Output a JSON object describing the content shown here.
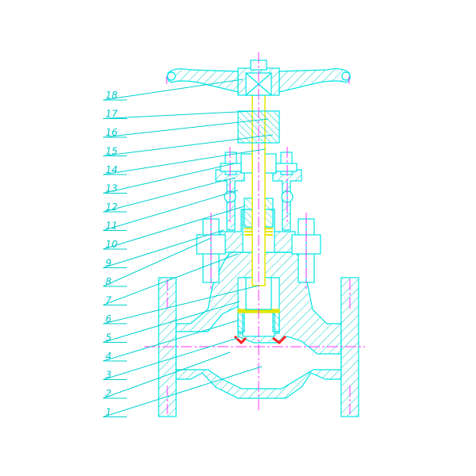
{
  "colors": {
    "background": "#ffffff",
    "outline": "#00e5e5",
    "hatch": "#00cccc",
    "leader": "#00d0d0",
    "label": "#00c8c8",
    "centerline": "#ff33ff",
    "stem": "#e6e600",
    "packing": "#e6e600",
    "seal": "#ff2020",
    "bolt": "#00e5e5"
  },
  "part_numbers": [
    "18",
    "17",
    "16",
    "15",
    "14",
    "13",
    "12",
    "11",
    "10",
    "9",
    "8",
    "7",
    "6",
    "5",
    "4",
    "3",
    "2",
    "1"
  ]
}
